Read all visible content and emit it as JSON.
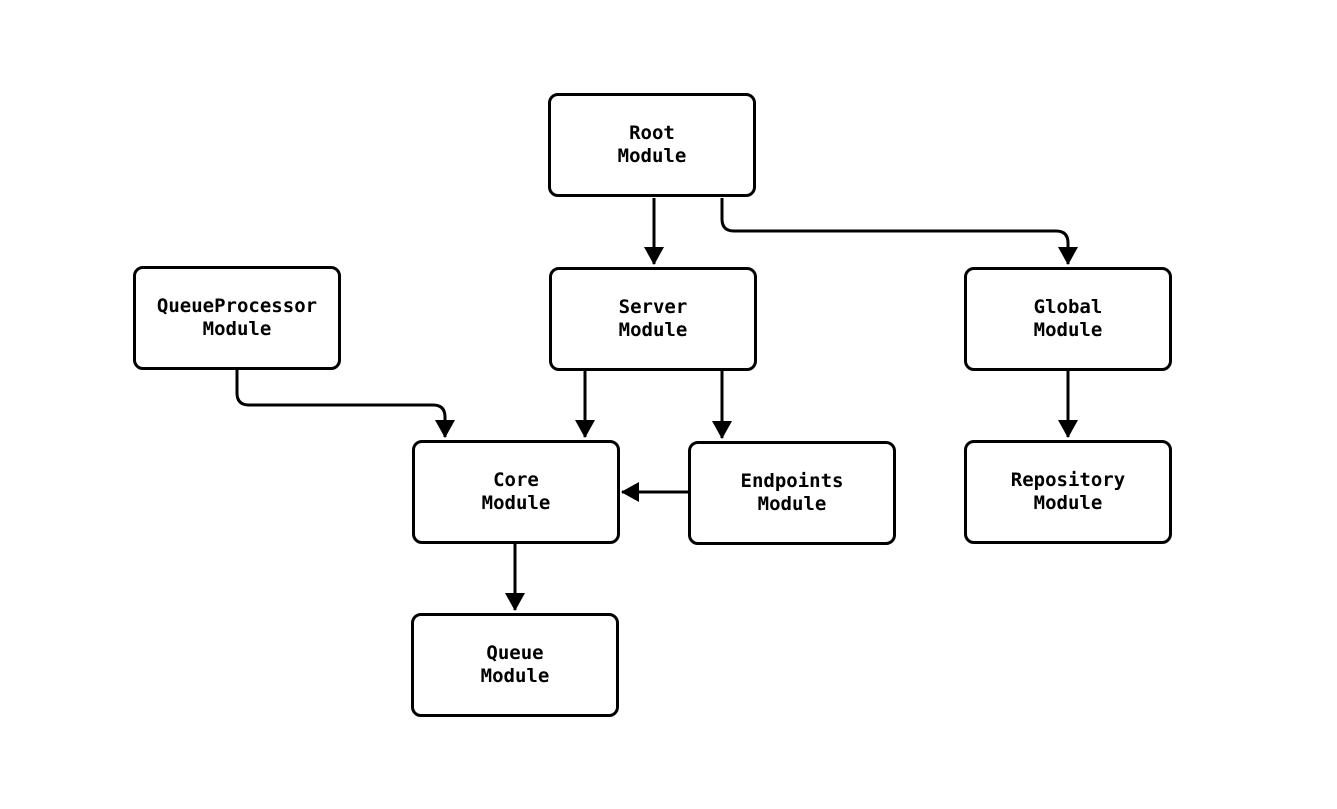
{
  "diagram": {
    "type": "flowchart",
    "background_color": "#ffffff",
    "node_fill_color": "#ffffff",
    "node_border_color": "#000000",
    "edge_color": "#000000",
    "nodes": [
      {
        "id": "root",
        "label": "Root\nModule"
      },
      {
        "id": "queueprocessor",
        "label": "QueueProcessor\nModule"
      },
      {
        "id": "server",
        "label": "Server\nModule"
      },
      {
        "id": "global",
        "label": "Global\nModule"
      },
      {
        "id": "core",
        "label": "Core\nModule"
      },
      {
        "id": "endpoints",
        "label": "Endpoints\nModule"
      },
      {
        "id": "repository",
        "label": "Repository\nModule"
      },
      {
        "id": "queue",
        "label": "Queue\nModule"
      }
    ],
    "edges": [
      {
        "from": "Root Module",
        "to": "Server Module"
      },
      {
        "from": "Root Module",
        "to": "Global Module"
      },
      {
        "from": "QueueProcessor Module",
        "to": "Core Module"
      },
      {
        "from": "Server Module",
        "to": "Core Module"
      },
      {
        "from": "Server Module",
        "to": "Endpoints Module"
      },
      {
        "from": "Endpoints Module",
        "to": "Core Module"
      },
      {
        "from": "Global Module",
        "to": "Repository Module"
      },
      {
        "from": "Core Module",
        "to": "Queue Module"
      }
    ]
  }
}
